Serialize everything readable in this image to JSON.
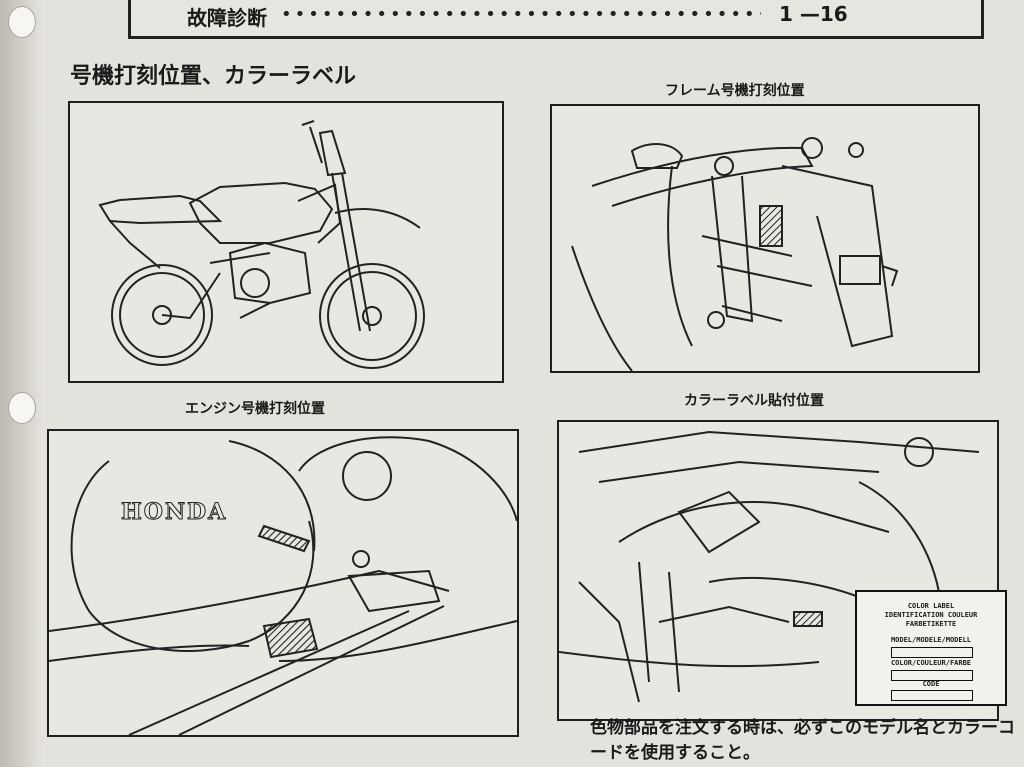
{
  "header": {
    "title": "故障診断",
    "page_ref": "1 —16"
  },
  "section": {
    "title": "号機打刻位置、カラーラベル"
  },
  "captions": {
    "frame": "フレーム号機打刻位置",
    "engine": "エンジン号機打刻位置",
    "color_label": "カラーラベル貼付位置"
  },
  "engine_panel": {
    "logo_text": "HONDA"
  },
  "color_label_tag": {
    "line1": "COLOR LABEL",
    "line2": "IDENTIFICATION COULEUR",
    "line3": "FARBETIKETTE",
    "line4": "MODEL/MODELE/MODELL",
    "line5": "COLOR/COULEUR/FARBE",
    "line6": "CODE"
  },
  "footer": {
    "line1": "色物部品を注文する時は、必ずこのモデル名とカラーコ",
    "line2": "ードを使用すること。"
  },
  "colors": {
    "paper": "#e4e2dc",
    "ink": "#1a1a1a"
  }
}
